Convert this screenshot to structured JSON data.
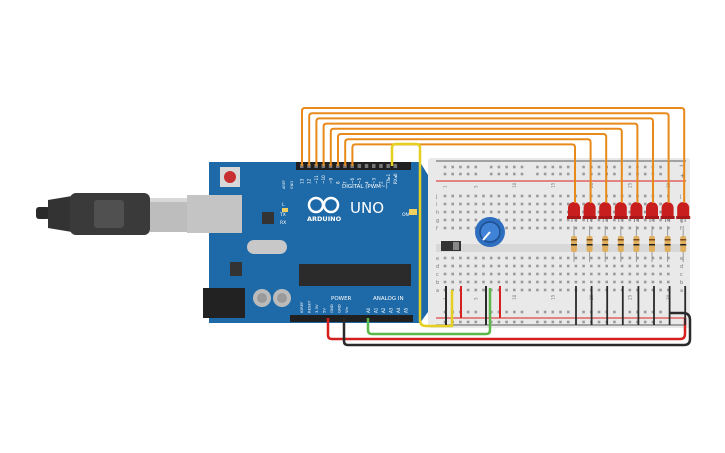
{
  "board": {
    "brand": "UNO",
    "logo_text": "ARDUINO",
    "digital_label": "DIGITAL (PWM~)",
    "power_label": "POWER",
    "analog_label": "ANALOG IN",
    "on_label": "ON",
    "l_label": "L",
    "tx_label": "TX",
    "rx_label": "RX",
    "aref_label": "AREF",
    "gnd_label": "GND",
    "digital_pins": [
      "13",
      "12",
      "~11",
      "~10",
      "~9",
      "8",
      "7",
      "~6",
      "~5",
      "4",
      "~3",
      "2",
      "TX▸1",
      "RX◂0"
    ],
    "power_pins": [
      "IOREF",
      "RESET",
      "3.3V",
      "5V",
      "GND",
      "GND",
      "Vin"
    ],
    "analog_pins": [
      "A0",
      "A1",
      "A2",
      "A3",
      "A4",
      "A5"
    ]
  },
  "breadboard": {
    "col_numbers": [
      "1",
      "5",
      "10",
      "15",
      "20",
      "25",
      "30"
    ],
    "row_letters_top": [
      "j",
      "i",
      "h",
      "g",
      "f"
    ],
    "row_letters_bottom": [
      "e",
      "d",
      "c",
      "b",
      "a"
    ],
    "rail_plus": "+",
    "rail_minus": "−"
  },
  "colors": {
    "board": "#1e6aa8",
    "breadboard": "#e9e9e9",
    "wire_orange": "#e88a1a",
    "wire_yellow": "#e6cf1e",
    "wire_green": "#5cb84a",
    "wire_red": "#d62020",
    "wire_black": "#2a2a2a",
    "led_red": "#c81e1e",
    "resistor": "#e0b060",
    "pot": "#2f6fc0"
  },
  "components": {
    "led_count": 8,
    "resistor_count": 8,
    "icons": [
      "usb-cable-icon",
      "potentiometer-icon",
      "slide-switch-icon",
      "led-icon",
      "resistor-icon",
      "chip-icon"
    ]
  }
}
